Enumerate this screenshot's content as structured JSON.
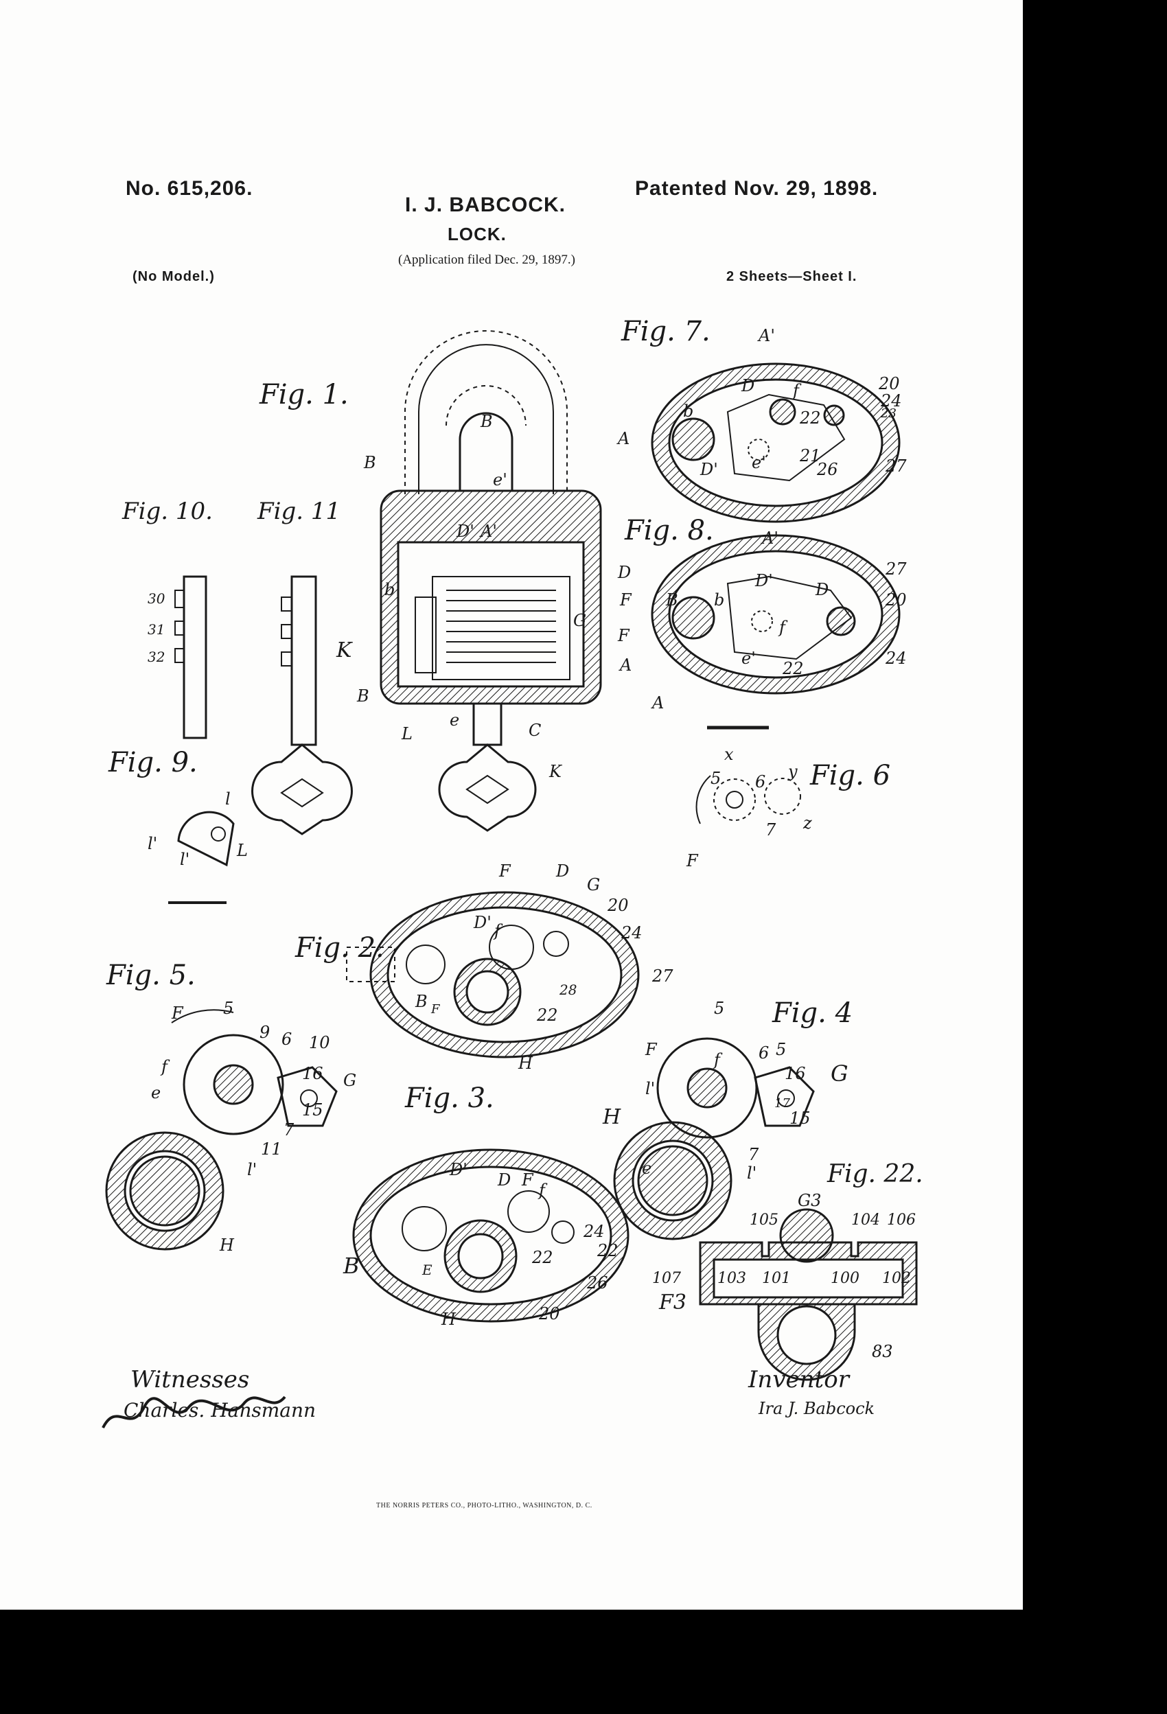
{
  "header": {
    "patent_number": "No. 615,206.",
    "inventor_name": "I. J. BABCOCK.",
    "title": "LOCK.",
    "patented_date": "Patented Nov. 29, 1898.",
    "application": "(Application filed Dec. 29, 1897.)",
    "model": "(No Model.)",
    "sheets": "2 Sheets—Sheet I."
  },
  "figures": {
    "fig1": "Fig. 1.",
    "fig2": "Fig. 2.",
    "fig3": "Fig. 3.",
    "fig4": "Fig. 4",
    "fig5": "Fig. 5.",
    "fig6": "Fig. 6",
    "fig7": "Fig. 7.",
    "fig8": "Fig. 8.",
    "fig9": "Fig. 9.",
    "fig10": "Fig. 10.",
    "fig11": "Fig. 11",
    "fig22": "Fig. 22."
  },
  "labels": {
    "fig1": [
      "B",
      "B",
      "e'",
      "D'",
      "A'",
      "b",
      "D",
      "F",
      "G",
      "F",
      "A",
      "B",
      "L",
      "e",
      "C",
      "K"
    ],
    "fig7": [
      "A'",
      "20",
      "24",
      "23",
      "D",
      "f",
      "b",
      "22",
      "21",
      "26",
      "D'",
      "e'",
      "27",
      "A"
    ],
    "fig8": [
      "A'",
      "27",
      "20",
      "D'",
      "D",
      "B",
      "b",
      "f",
      "e'",
      "22",
      "24",
      "A"
    ],
    "fig10": [
      "30",
      "31",
      "32"
    ],
    "fig11": [
      "K"
    ],
    "fig9": [
      "l",
      "l'",
      "l'",
      "L"
    ],
    "fig6": [
      "x",
      "5",
      "6",
      "y",
      "7",
      "z",
      "F"
    ],
    "fig2": [
      "F",
      "D",
      "G",
      "20",
      "D'",
      "f",
      "24",
      "B",
      "F",
      "28",
      "22",
      "27",
      "H"
    ],
    "fig5": [
      "F",
      "5",
      "9",
      "6",
      "10",
      "f",
      "16",
      "G",
      "e",
      "15",
      "7",
      "11",
      "l'",
      "H"
    ],
    "fig4": [
      "5",
      "F",
      "f",
      "6",
      "5",
      "16",
      "G",
      "l'",
      "H",
      "17",
      "15",
      "e",
      "7",
      "l'"
    ],
    "fig3": [
      "D'",
      "D",
      "F",
      "f",
      "B",
      "E",
      "24",
      "22",
      "22",
      "26",
      "H",
      "20"
    ],
    "fig22": [
      "G3",
      "105",
      "104",
      "106",
      "107",
      "103",
      "101",
      "100",
      "102",
      "F3",
      "83"
    ]
  },
  "witnesses": {
    "heading": "Witnesses",
    "witness_1": "Charles. Hansmann"
  },
  "inventor_block": {
    "heading": "Inventor",
    "signature": "Ira J. Babcock"
  },
  "printer": "THE NORRIS PETERS CO., PHOTO-LITHO., WASHINGTON, D. C."
}
